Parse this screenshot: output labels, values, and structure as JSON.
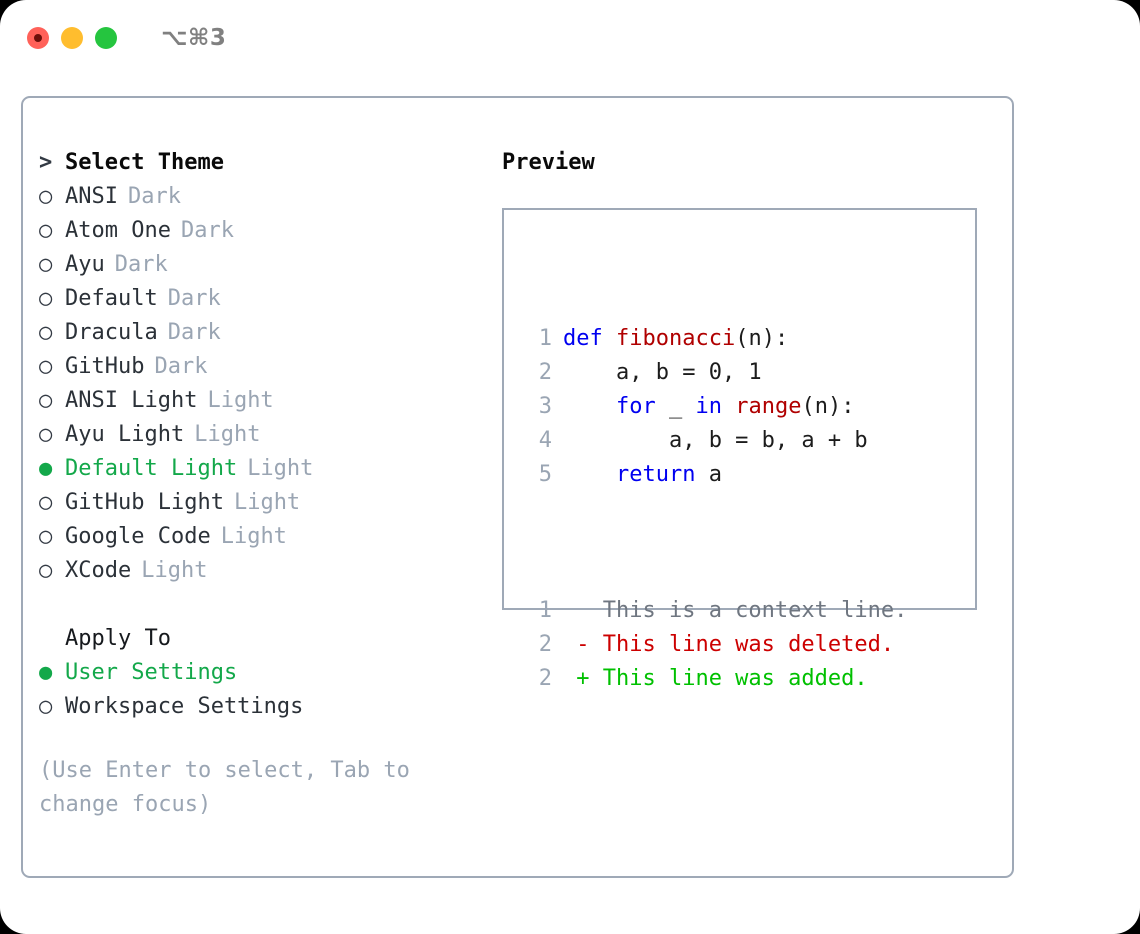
{
  "titlebar": {
    "shortcut": "⌥⌘3",
    "buttons": {
      "close": "close-button",
      "minimize": "minimize-button",
      "maximize": "maximize-button"
    }
  },
  "theme_picker": {
    "heading_marker": ">",
    "heading": "Select Theme",
    "bullet_unselected": "○",
    "bullet_selected": "●",
    "items": [
      {
        "name": "ANSI",
        "badge": "Dark",
        "selected": false
      },
      {
        "name": "Atom One",
        "badge": "Dark",
        "selected": false
      },
      {
        "name": "Ayu",
        "badge": "Dark",
        "selected": false
      },
      {
        "name": "Default",
        "badge": "Dark",
        "selected": false
      },
      {
        "name": "Dracula",
        "badge": "Dark",
        "selected": false
      },
      {
        "name": "GitHub",
        "badge": "Dark",
        "selected": false
      },
      {
        "name": "ANSI Light",
        "badge": "Light",
        "selected": false
      },
      {
        "name": "Ayu Light",
        "badge": "Light",
        "selected": false
      },
      {
        "name": "Default Light",
        "badge": "Light",
        "selected": true
      },
      {
        "name": "GitHub Light",
        "badge": "Light",
        "selected": false
      },
      {
        "name": "Google Code",
        "badge": "Light",
        "selected": false
      },
      {
        "name": "XCode",
        "badge": "Light",
        "selected": false
      }
    ]
  },
  "apply_to": {
    "label": "Apply To",
    "options": [
      {
        "name": "User Settings",
        "selected": true
      },
      {
        "name": "Workspace Settings",
        "selected": false
      }
    ]
  },
  "hint": "(Use Enter to select, Tab to change focus)",
  "preview": {
    "title": "Preview",
    "code_lines": [
      {
        "lineno": "1",
        "tokens": [
          {
            "t": "def ",
            "c": "kw"
          },
          {
            "t": "fibonacci",
            "c": "fn"
          },
          {
            "t": "(n):",
            "c": "pl"
          }
        ]
      },
      {
        "lineno": "2",
        "tokens": [
          {
            "t": "    a, b = 0, 1",
            "c": "pl"
          }
        ]
      },
      {
        "lineno": "3",
        "tokens": [
          {
            "t": "    ",
            "c": "pl"
          },
          {
            "t": "for",
            "c": "kw"
          },
          {
            "t": " _ ",
            "c": "pl"
          },
          {
            "t": "in",
            "c": "kw"
          },
          {
            "t": " ",
            "c": "pl"
          },
          {
            "t": "range",
            "c": "fn"
          },
          {
            "t": "(n):",
            "c": "pl"
          }
        ]
      },
      {
        "lineno": "4",
        "tokens": [
          {
            "t": "        a, b = b, a + b",
            "c": "pl"
          }
        ]
      },
      {
        "lineno": "5",
        "tokens": [
          {
            "t": "    ",
            "c": "pl"
          },
          {
            "t": "return",
            "c": "kw"
          },
          {
            "t": " a",
            "c": "pl"
          }
        ]
      }
    ],
    "diff_lines": [
      {
        "lineno": "1",
        "marker": " ",
        "text": "This is a context line.",
        "kind": "ctx"
      },
      {
        "lineno": "2",
        "marker": "-",
        "text": "This line was deleted.",
        "kind": "del"
      },
      {
        "lineno": "2",
        "marker": "+",
        "text": "This line was added.",
        "kind": "add"
      }
    ]
  },
  "colors": {
    "accent_green": "#13a84a",
    "muted": "#9aa5b3",
    "border": "#9fa9b7",
    "keyword_blue": "#0000f0",
    "function_red": "#b00000",
    "diff_delete": "#cc0000",
    "diff_add": "#00c000",
    "light_close": "#ff6159",
    "light_min": "#ffbd2e",
    "light_max": "#25c53f"
  }
}
